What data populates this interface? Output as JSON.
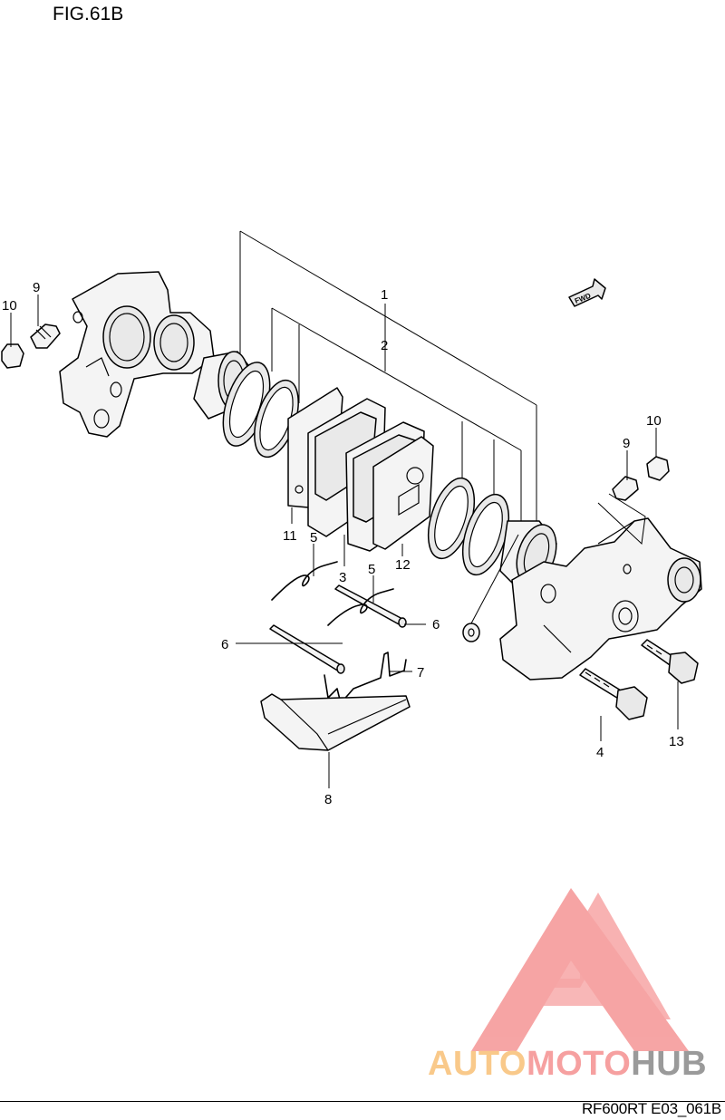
{
  "figure_title": "FIG.61B",
  "drawing_code": "RF600RT E03_061B",
  "direction_marker": {
    "text": "FWD",
    "icon": "fwd-arrow-icon"
  },
  "callouts": {
    "c1": "1",
    "c2": "2",
    "c3": "3",
    "c4": "4",
    "c5a": "5",
    "c5b": "5",
    "c6a": "6",
    "c6b": "6",
    "c7": "7",
    "c8": "8",
    "c9a": "9",
    "c9b": "9",
    "c10a": "10",
    "c10b": "10",
    "c11": "11",
    "c12": "12",
    "c13": "13"
  },
  "watermark": {
    "brand": "AUTOMOTOHUB",
    "icon": "automotohub-logo-icon",
    "colors": {
      "triangle": "#f6a0a0",
      "auto": "#f9c98a",
      "moto": "#f6a0a0",
      "hub": "#9a9a9a"
    }
  }
}
